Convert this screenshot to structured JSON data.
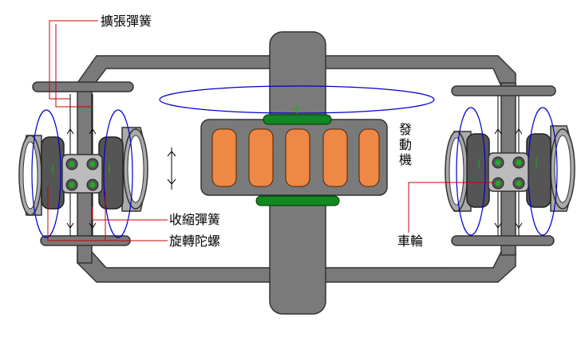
{
  "labels": {
    "expansion_spring": "擴張彈簧",
    "contraction_spring": "收縮彈簧",
    "gyroscope": "旋轉陀螺",
    "engine": "發動機",
    "wheel": "車輪"
  },
  "colors": {
    "frame": "#777777",
    "frame_edge": "#333333",
    "engine_housing": "#777777",
    "cylinder": "#ee8844",
    "gear": "#118822",
    "rotation_ellipse": "#0000cc",
    "leader_line": "#cc0000",
    "wheel_tread": "#555555",
    "gyro_ball": "#22aa22"
  }
}
